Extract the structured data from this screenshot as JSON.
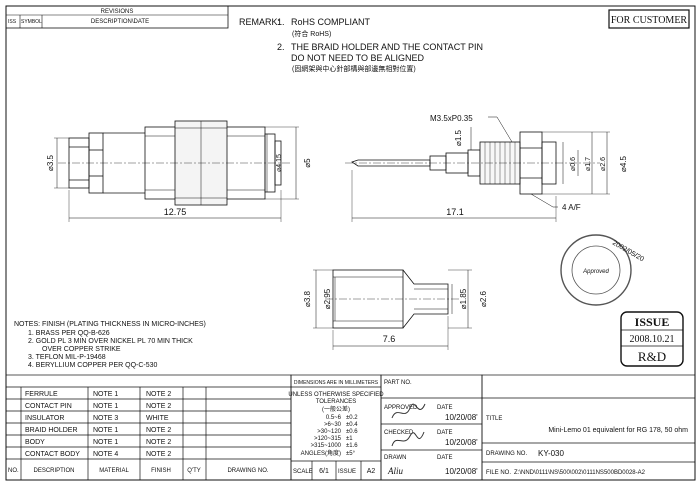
{
  "revisions": {
    "header": "REVISIONS",
    "col_iss": "ISS",
    "col_symbol": "SYMBOL",
    "col_description": "DESCRIPTION\\DATE"
  },
  "stamp_customer": "FOR CUSTOMER",
  "remarks": {
    "label": "REMARK:",
    "items": [
      {
        "num": "1.",
        "text": "RoHS COMPLIANT",
        "sub": "(符合 RoHS)"
      },
      {
        "num": "2.",
        "text": "THE BRAID HOLDER AND THE CONTACT PIN",
        "text2": "DO NOT NEED TO BE ALIGNED",
        "sub": "(固網架與中心針部構與部邊無相對位置)"
      }
    ]
  },
  "dims": {
    "d35": "⌀3.5",
    "d5": "⌀5",
    "d415": "⌀4.15",
    "len1275": "12.75",
    "m35": "M3.5xP0.35",
    "d15": "⌀1.5",
    "d06": "⌀0.6",
    "d17": "⌀1.7",
    "d26": "⌀2.6",
    "d45": "⌀4.5",
    "af4": "4 A/F",
    "len171": "17.1",
    "d38": "⌀3.8",
    "d295": "⌀2.95",
    "d185": "⌀1.85",
    "d26b": "⌀2.6",
    "len76": "7.6"
  },
  "notes": {
    "title": "NOTES: FINISH (PLATING THICKNESS IN MICRO-INCHES)",
    "lines": [
      "1. BRASS PER QQ-B-626",
      "2. GOLD PL 3 MIN OVER NICKEL PL 70 MIN THICK",
      "OVER COPPER STRIKE",
      "3. TEFLON MIL-P-19468",
      "4. BERYLLIUM COPPER PER QQ-C-530"
    ]
  },
  "issue_stamp": {
    "label": "ISSUE",
    "date": "2008.10.21",
    "dept": "R&D"
  },
  "round_stamp": {
    "ring": "2002/05/20",
    "center": "Approved"
  },
  "bom": {
    "rows": [
      {
        "desc": "FERRULE",
        "material": "NOTE 1",
        "finish": "NOTE 2"
      },
      {
        "desc": "CONTACT PIN",
        "material": "NOTE 1",
        "finish": "NOTE 2"
      },
      {
        "desc": "INSULATOR",
        "material": "NOTE 3",
        "finish": "WHITE"
      },
      {
        "desc": "BRAID HOLDER",
        "material": "NOTE 1",
        "finish": "NOTE 2"
      },
      {
        "desc": "BODY",
        "material": "NOTE 1",
        "finish": "NOTE 2"
      },
      {
        "desc": "CONTACT BODY",
        "material": "NOTE 4",
        "finish": "NOTE 2"
      }
    ],
    "headers": {
      "no": "NO.",
      "desc": "DESCRIPTION",
      "material": "MATERIAL",
      "finish": "FINISH",
      "qty": "Q'TY",
      "drawing": "DRAWING NO."
    }
  },
  "tolerance": {
    "dims_in": "DIMENSIONS ARE IN MILLIMETERS",
    "unless": "UNLESS OTHERWISE SPECIFIED",
    "tolerances": "TOLERANCES",
    "cn": "(一般公差)",
    "rows": [
      {
        "range": "0.5~6",
        "tol": "±0.2"
      },
      {
        "range": ">6~30",
        "tol": "±0.4"
      },
      {
        "range": ">30~120",
        "tol": "±0.6"
      },
      {
        "range": ">120~315",
        "tol": "±1"
      },
      {
        "range": ">315~1000",
        "tol": "±1.6"
      },
      {
        "range": "ANGLES(角度)",
        "tol": "±5°"
      }
    ],
    "scale_label": "SCALE",
    "scale": "6/1",
    "issue_label": "ISSUE",
    "issue": "A2"
  },
  "part": {
    "part_no": "PART NO.",
    "approved": "APPROVED",
    "checked": "CHECKED",
    "drawn": "DRAWN",
    "date": "DATE",
    "date_value": "10/20/08'",
    "drawn_name": "Aliu",
    "title_label": "TITLE",
    "title": "Mini-Lemo 01 equivalent for RG 178, 50 ohm",
    "drawing_no_label": "DRAWING NO.",
    "drawing_no": "KY-030",
    "file_label": "FILE NO.",
    "file_no": "Z:\\NND\\0111\\NS\\500\\002\\0111NS500BD0028-A2"
  }
}
